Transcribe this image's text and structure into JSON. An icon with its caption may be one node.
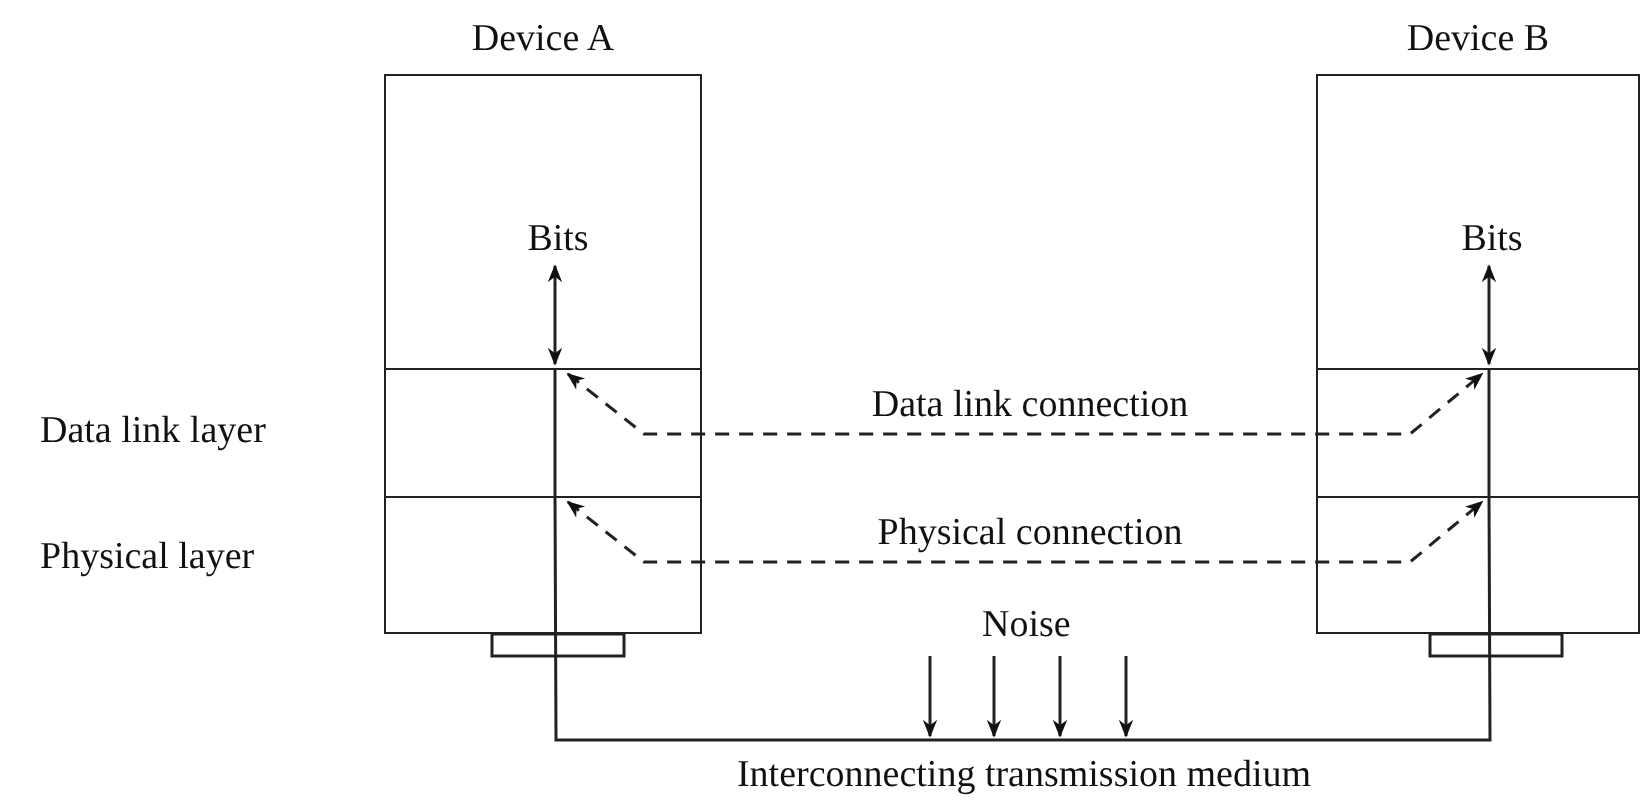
{
  "diagram": {
    "nodes": [
      {
        "text": [
          "Device A"
        ]
      },
      {
        "text": [
          "Bits"
        ],
        "in": 0
      },
      {
        "text": [],
        "shape": "box",
        "in": 0
      },
      {
        "text": [],
        "shape": "box",
        "in": 0
      },
      {
        "text": [
          "Device B"
        ]
      },
      {
        "text": [
          "Bits"
        ],
        "in": 4
      },
      {
        "text": [],
        "shape": "box",
        "in": 4
      },
      {
        "text": [],
        "shape": "box",
        "in": 4
      }
    ],
    "edges": [
      {
        "from": 1,
        "to": 2,
        "arrow": "both"
      },
      {
        "from": 5,
        "to": 6,
        "arrow": "both"
      },
      {
        "from": 2,
        "to": 6,
        "arrow": "both",
        "style": "dashed",
        "label": "Data link connection"
      },
      {
        "from": 3,
        "to": 7,
        "arrow": "both",
        "style": "dashed",
        "label": "Physical connection"
      },
      {
        "from": 3,
        "to": 7,
        "arrow": "none",
        "label": "Interconnecting transmission medium"
      },
      {
        "from": 2,
        "to": 3,
        "arrow": "none"
      },
      {
        "from": 6,
        "to": 7,
        "arrow": "none"
      }
    ],
    "labels": [
      "Data link layer",
      "Physical layer",
      "Noise"
    ]
  }
}
